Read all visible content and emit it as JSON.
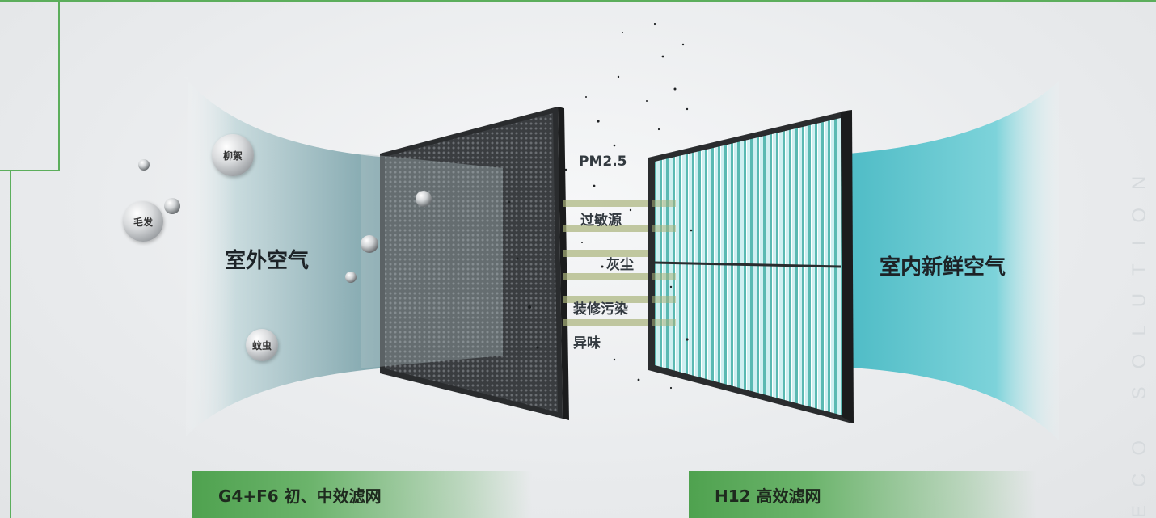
{
  "labels": {
    "outdoor_air": "室外空气",
    "indoor_air": "室内新鲜空气"
  },
  "particles": {
    "willow_catkin": "柳絮",
    "hair": "毛发",
    "insects": "蚊虫"
  },
  "pollutants": [
    "PM2.5",
    "过敏源",
    "灰尘",
    "装修污染",
    "异味"
  ],
  "filters": {
    "primary": "G4+F6 初、中效滤网",
    "hepa": "H12 高效滤网"
  },
  "watermark": "ECO SOLUTION",
  "colors": {
    "frame_green": "#5cae5c",
    "indoor_cyan": "#5ec8d0",
    "outdoor_teal": "#7fa8b0",
    "bar_green": "#4fa24f"
  }
}
